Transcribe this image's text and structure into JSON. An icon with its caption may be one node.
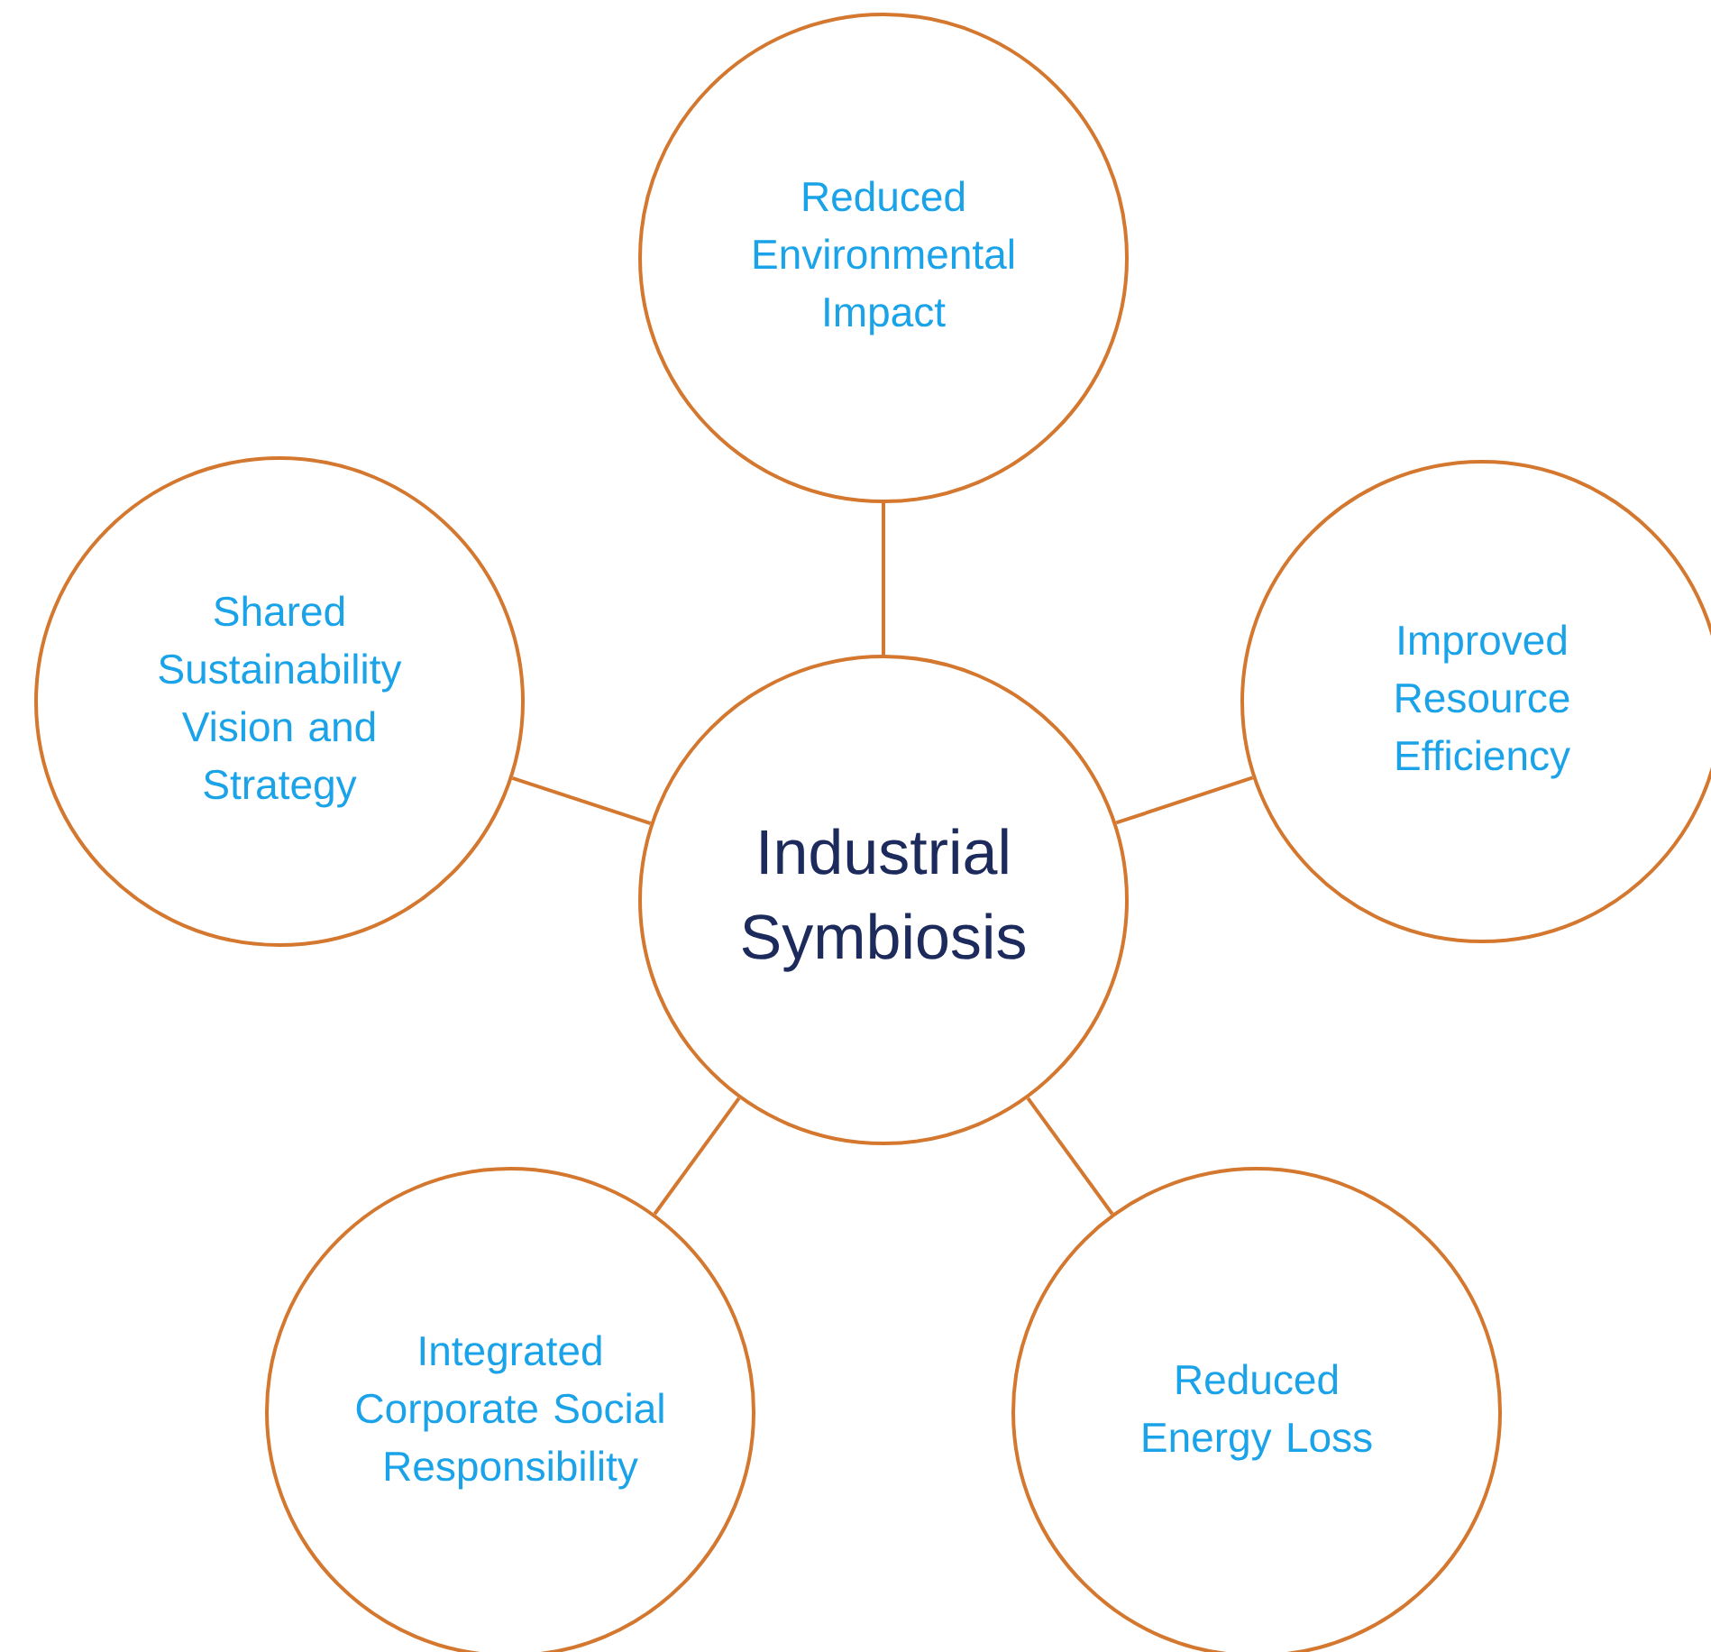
{
  "diagram": {
    "nodes": [
      {
        "text": [
          "Reduced Environmental Impact"
        ]
      },
      {
        "text": [
          "Shared Sustainability Vision and Strategy"
        ]
      },
      {
        "text": [
          "Improved Resource Efficiency"
        ]
      },
      {
        "text": [
          "Industrial Symbiosis"
        ]
      },
      {
        "text": [
          "Integrated Corporate Social Responsibility"
        ]
      },
      {
        "text": [
          "Reduced Energy Loss"
        ]
      }
    ],
    "edges": [
      {
        "from": 3,
        "to": 0,
        "arrow": "none"
      },
      {
        "from": 3,
        "to": 1,
        "arrow": "none"
      },
      {
        "from": 3,
        "to": 2,
        "arrow": "none"
      },
      {
        "from": 3,
        "to": 4,
        "arrow": "none"
      },
      {
        "from": 3,
        "to": 5,
        "arrow": "none"
      }
    ]
  }
}
